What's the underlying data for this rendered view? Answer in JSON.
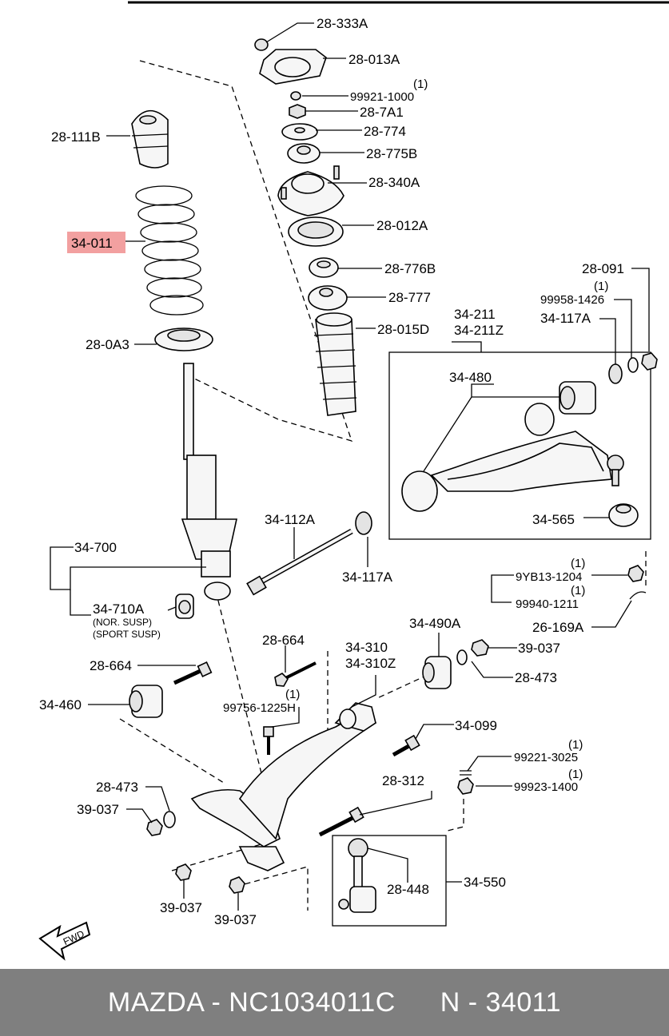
{
  "labels": {
    "l28_333A": "28-333A",
    "l28_013A": "28-013A",
    "q1a": "(1)",
    "l99921_1000": "99921-1000",
    "l28_7A1": "28-7A1",
    "l28_774": "28-774",
    "l28_775B": "28-775B",
    "l28_340A": "28-340A",
    "l28_012A": "28-012A",
    "l28_776B": "28-776B",
    "l28_777": "28-777",
    "l28_015D": "28-015D",
    "l28_111B": "28-111B",
    "l34_011": "34-011",
    "l28_0A3": "28-0A3",
    "l28_091": "28-091",
    "q1b": "(1)",
    "l99958_1426": "99958-1426",
    "l34_117A_top": "34-117A",
    "l34_211": "34-211",
    "l34_211Z": "34-211Z",
    "l34_480": "34-480",
    "l34_565": "34-565",
    "l34_112A": "34-112A",
    "l34_117A_bot": "34-117A",
    "l34_700": "34-700",
    "l34_710A": "34-710A",
    "nor_susp": "(NOR. SUSP)",
    "sport_susp": "(SPORT SUSP)",
    "q1c": "(1)",
    "l9YB13_1204": "9YB13-1204",
    "q1d": "(1)",
    "l99940_1211": "99940-1211",
    "l26_169A": "26-169A",
    "l28_664_a": "28-664",
    "l28_664_b": "28-664",
    "q1e": "(1)",
    "l99756_1225H": "99756-1225H",
    "l34_310": "34-310",
    "l34_310Z": "34-310Z",
    "l34_490A": "34-490A",
    "l39_037_a": "39-037",
    "l28_473_a": "28-473",
    "l34_460": "34-460",
    "l34_099": "34-099",
    "q1f": "(1)",
    "l99221_3025": "99221-3025",
    "q1g": "(1)",
    "l99923_1400": "99923-1400",
    "l28_473_b": "28-473",
    "l39_037_b": "39-037",
    "l28_312": "28-312",
    "l28_448": "28-448",
    "l34_550": "34-550",
    "l39_037_c": "39-037",
    "l39_037_d": "39-037",
    "fwd": "FWD"
  },
  "highlight_color": "#f2a0a0",
  "footer": {
    "part_text": "MAZDA - NC1034011C",
    "ref_text": "N - 34011",
    "background": "#7f7f7f"
  }
}
